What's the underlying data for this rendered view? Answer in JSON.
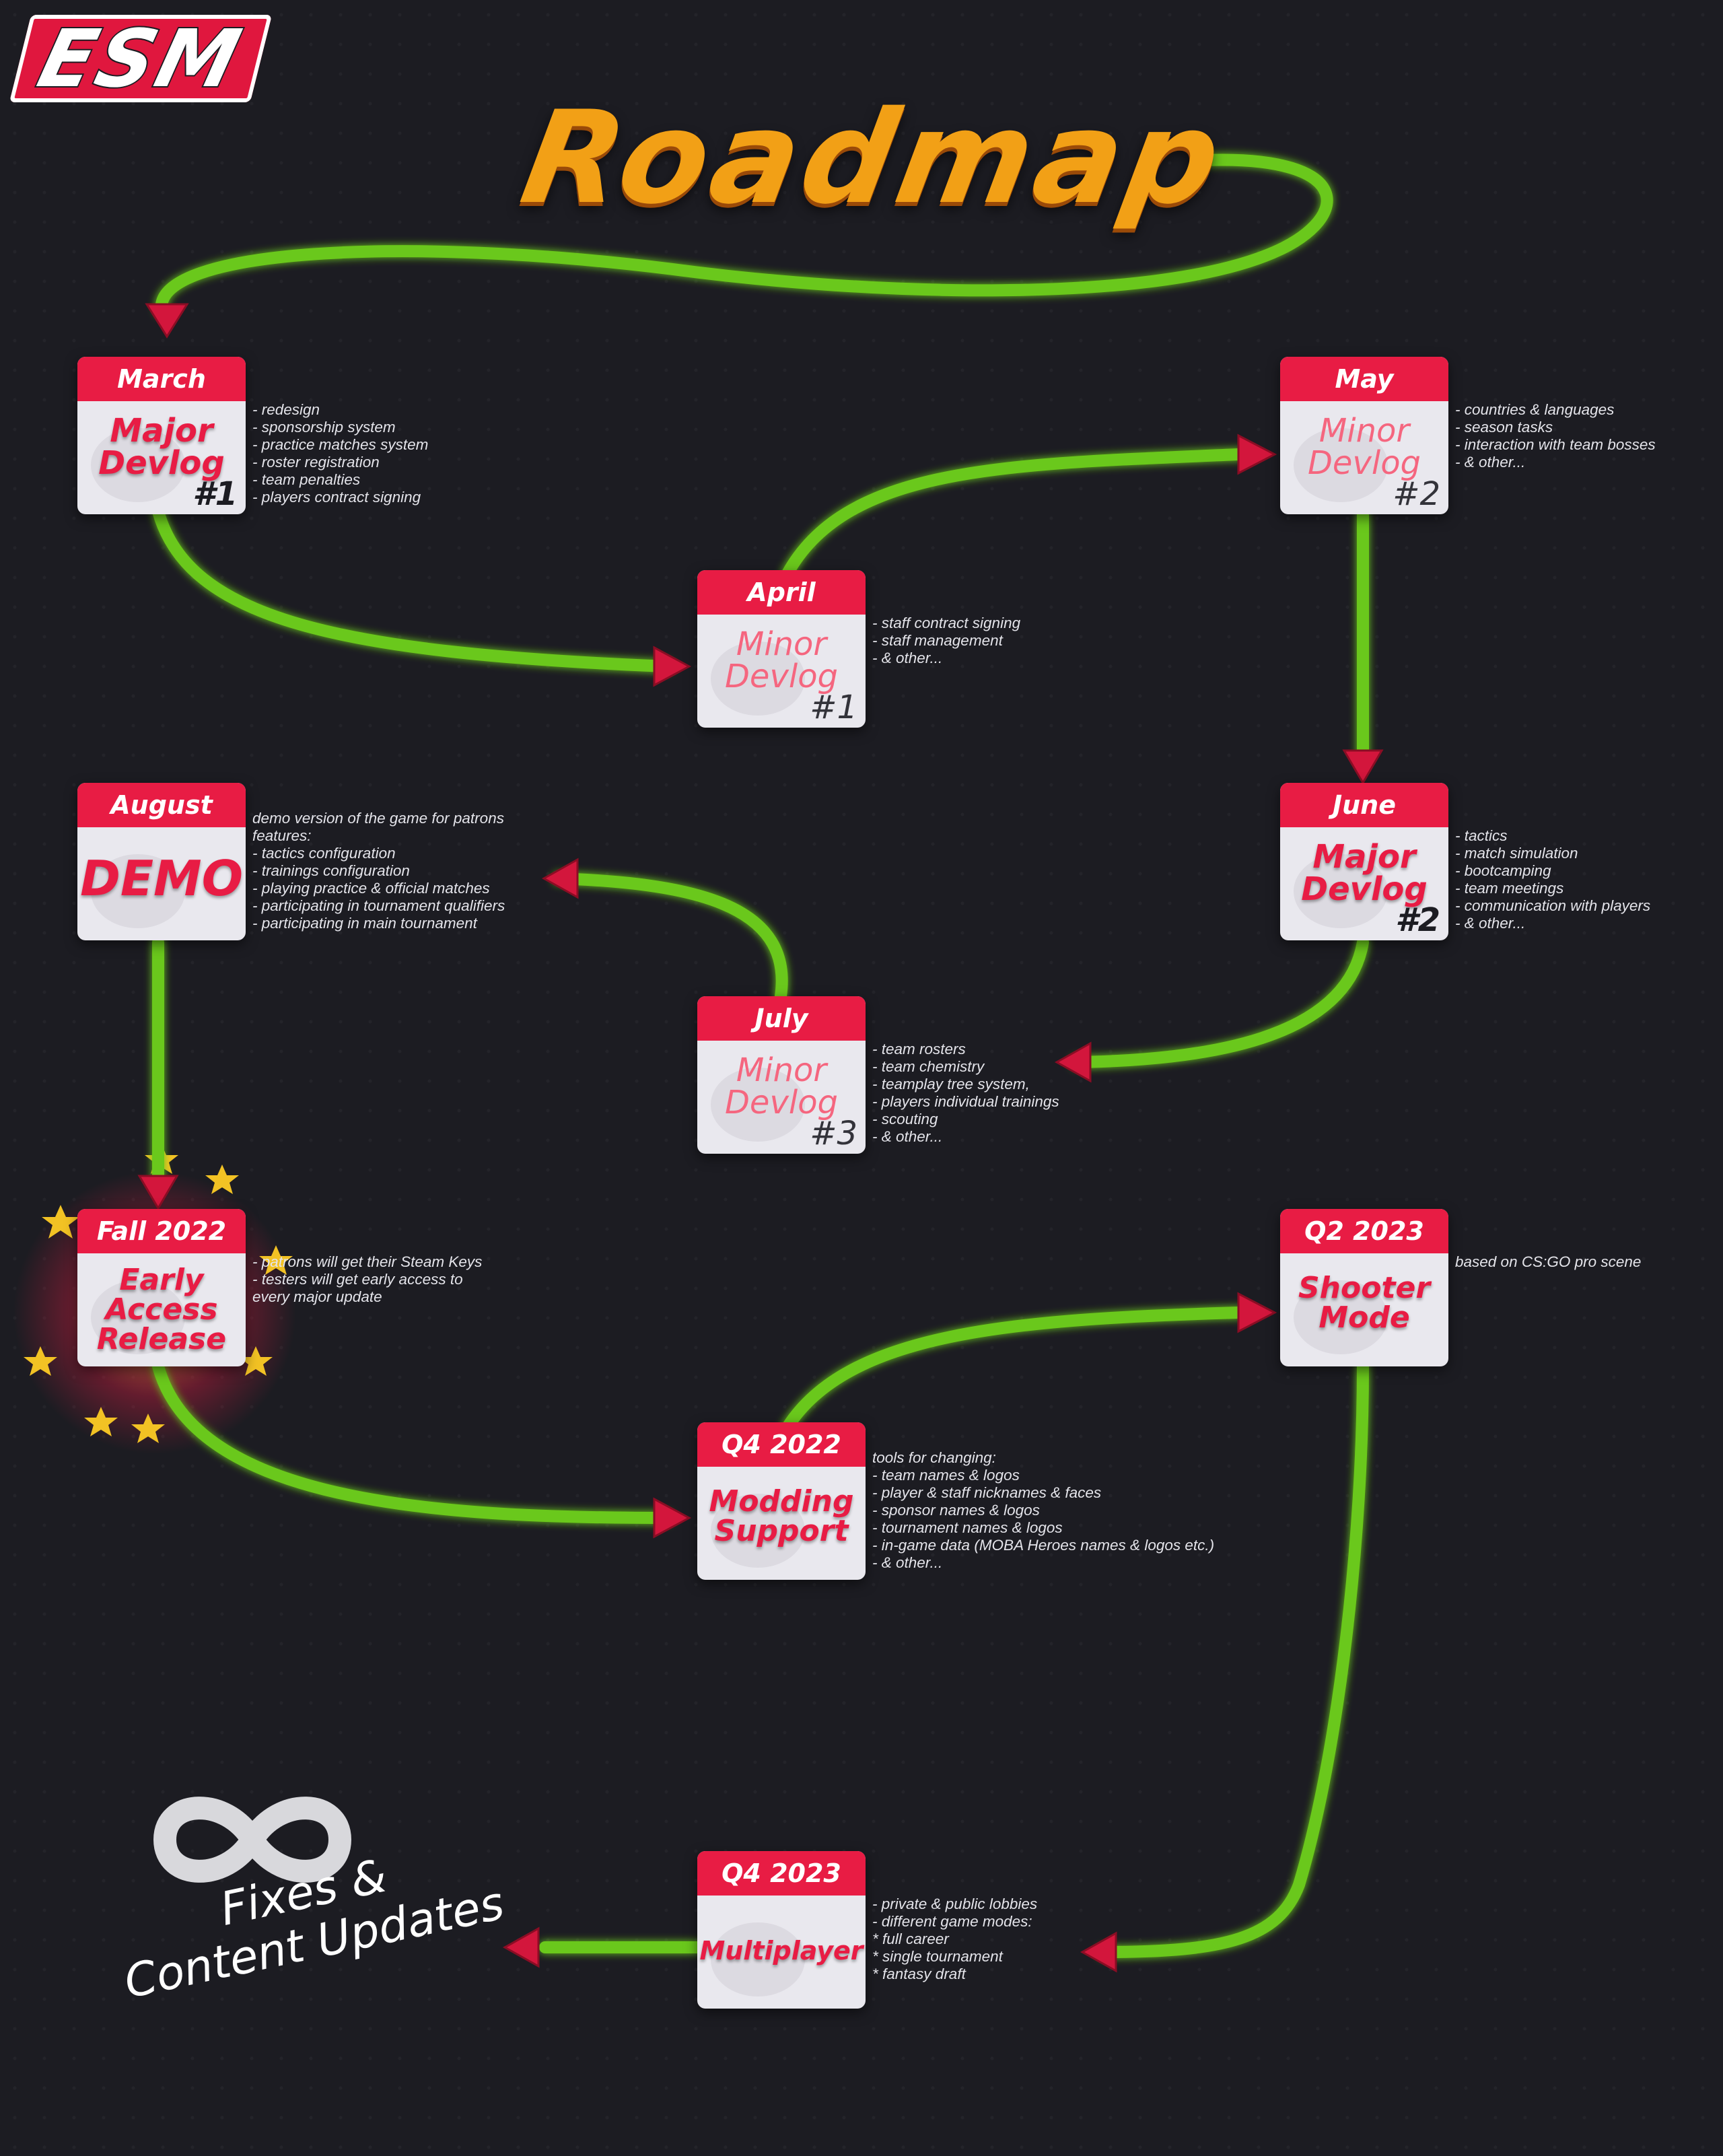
{
  "logo": {
    "text": "ESM"
  },
  "title": "Roadmap",
  "colors": {
    "accent_red": "#e81c44",
    "path_green": "#6ac81a",
    "title_orange": "#f2a016",
    "background": "#1c1c22"
  },
  "milestones": [
    {
      "date": "March",
      "name": "Major\nDevlog",
      "number": "#1",
      "items": [
        "- redesign",
        "- sponsorship system",
        "- practice matches system",
        "- roster registration",
        "- team penalties",
        "- players contract signing"
      ]
    },
    {
      "date": "April",
      "name": "Minor\nDevlog",
      "number": "#1",
      "items": [
        "- staff contract signing",
        "- staff management",
        "- & other..."
      ]
    },
    {
      "date": "May",
      "name": "Minor\nDevlog",
      "number": "#2",
      "items": [
        "- countries & languages",
        "- season tasks",
        "- interaction with team bosses",
        "- & other..."
      ]
    },
    {
      "date": "June",
      "name": "Major\nDevlog",
      "number": "#2",
      "items": [
        "- tactics",
        "- match simulation",
        "- bootcamping",
        "- team meetings",
        "- communication with players",
        "- & other..."
      ]
    },
    {
      "date": "July",
      "name": "Minor\nDevlog",
      "number": "#3",
      "items": [
        "- team rosters",
        "- team chemistry",
        "- teamplay tree system,",
        "- players individual trainings",
        "- scouting",
        "- & other..."
      ]
    },
    {
      "date": "August",
      "name": "DEMO",
      "number": "",
      "items": [
        "demo version of the game for patrons",
        "features:",
        "- tactics configuration",
        "- trainings configuration",
        "- playing practice & official matches",
        "- participating in tournament qualifiers",
        "- participating in main tournament"
      ]
    },
    {
      "date": "Fall 2022",
      "name": "Early\nAccess\nRelease",
      "number": "",
      "items": [
        "- patrons will get their Steam Keys",
        "- testers will get early access to",
        "every major update"
      ]
    },
    {
      "date": "Q4 2022",
      "name": "Modding\nSupport",
      "number": "",
      "items": [
        "tools for changing:",
        "- team names & logos",
        "- player & staff nicknames & faces",
        "- sponsor names & logos",
        "- tournament names & logos",
        "- in-game data (MOBA Heroes names & logos etc.)",
        "- & other..."
      ]
    },
    {
      "date": "Q2 2023",
      "name": "Shooter\nMode",
      "number": "",
      "items": [
        "based on CS:GO pro scene"
      ]
    },
    {
      "date": "Q4 2023",
      "name": "Multiplayer",
      "number": "",
      "items": [
        "- private & public lobbies",
        "- different game modes:",
        "* full career",
        "* single tournament",
        "* fantasy draft"
      ]
    }
  ],
  "final": {
    "line1": "Fixes &",
    "line2": "Content Updates",
    "icon": "infinity-icon"
  }
}
